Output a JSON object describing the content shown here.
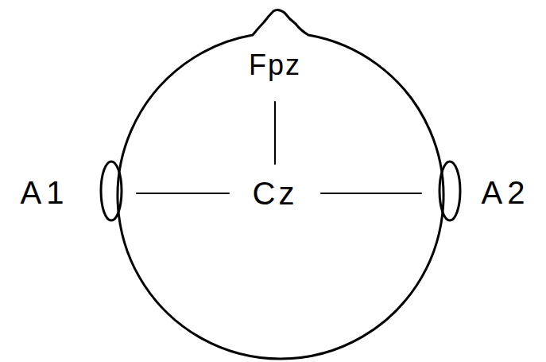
{
  "diagram": {
    "labels": [
      "Fpz",
      "A1",
      "Cz",
      "A2"
    ]
  }
}
